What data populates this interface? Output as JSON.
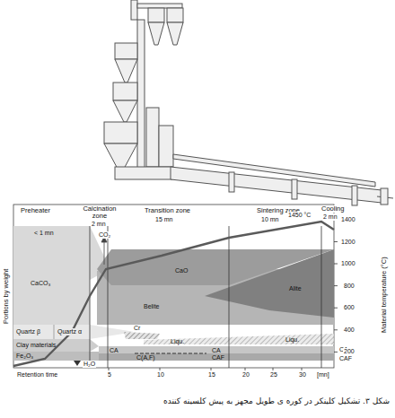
{
  "diagram": {
    "caption": "شکل ۳. تشکیل کلینکر در کوره ی طویل مجهز به پیش کلسینه کننده",
    "labels": [
      "Preheater",
      "< 1 mn",
      "Calcination zone",
      "2 mn",
      "Transition zone",
      "15 mn",
      "Sintering zone",
      "10 mn",
      "Cooling",
      "2 mn",
      "1450 °C",
      "CaCO₃",
      "CO₂",
      "CaO",
      "Alite",
      "Belite",
      "Quartz β",
      "Quartz α",
      "Cr",
      "Liqu.",
      "Clay materials",
      "Fe₂O₃",
      "H₂O",
      "CA",
      "C(A,F)",
      "CA",
      "CAF",
      "Liqu.",
      "CA",
      "CAF",
      "Portions by weight",
      "Material temperature (°C)",
      "1400",
      "1200",
      "1000",
      "800",
      "600",
      "400",
      "200",
      "Retention time",
      "5",
      "10",
      "15",
      "20",
      "25",
      "30",
      "[mn]"
    ]
  }
}
